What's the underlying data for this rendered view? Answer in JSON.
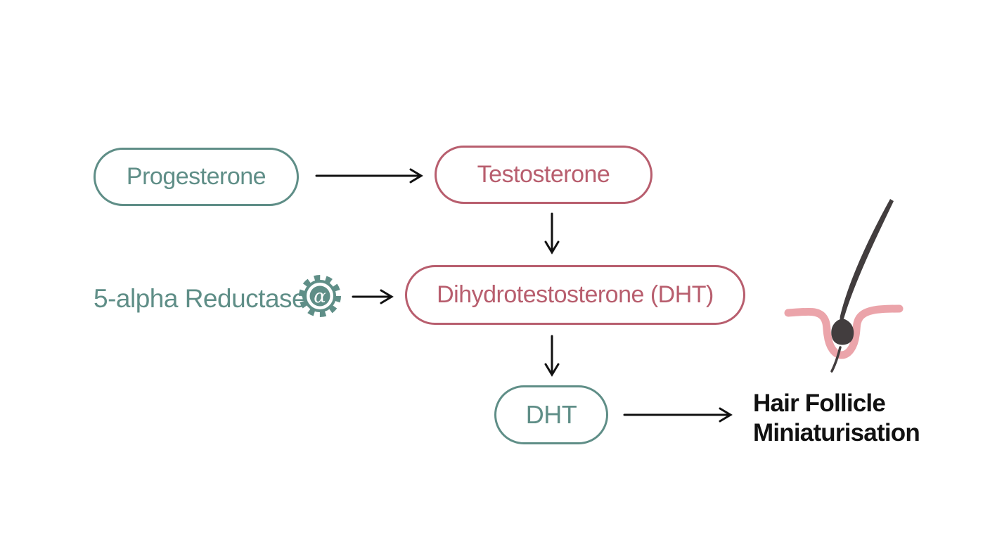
{
  "diagram": {
    "title_hint": "DHT hair follicle miniaturisation pathway",
    "nodes": {
      "progesterone": {
        "label": "Progesterone",
        "color": "#5f8e87"
      },
      "testosterone": {
        "label": "Testosterone",
        "color": "#b85e6e"
      },
      "dht_full": {
        "label": "Dihydrotestosterone (DHT)",
        "color": "#b85e6e"
      },
      "dht": {
        "label": "DHT",
        "color": "#5f8e87"
      }
    },
    "enzyme": {
      "label": "5-alpha Reductase",
      "icon": "gear-alpha-icon",
      "icon_symbol": "α",
      "color": "#5f8e87"
    },
    "outcome": {
      "line1": "Hair Follicle",
      "line2": "Miniaturisation",
      "color": "#111111"
    },
    "edges": [
      {
        "from": "progesterone",
        "to": "testosterone",
        "direction": "right"
      },
      {
        "from": "testosterone",
        "to": "dht_full",
        "direction": "down"
      },
      {
        "from": "enzyme",
        "to": "dht_full",
        "direction": "right"
      },
      {
        "from": "dht_full",
        "to": "dht",
        "direction": "down"
      },
      {
        "from": "dht",
        "to": "outcome",
        "direction": "right"
      }
    ],
    "illustration": "hair-follicle",
    "colors": {
      "teal": "#5f8e87",
      "red": "#b85e6e",
      "arrow": "#111111",
      "hair": "#423d3e",
      "skin": "#eba4aa",
      "background": "#ffffff"
    }
  }
}
